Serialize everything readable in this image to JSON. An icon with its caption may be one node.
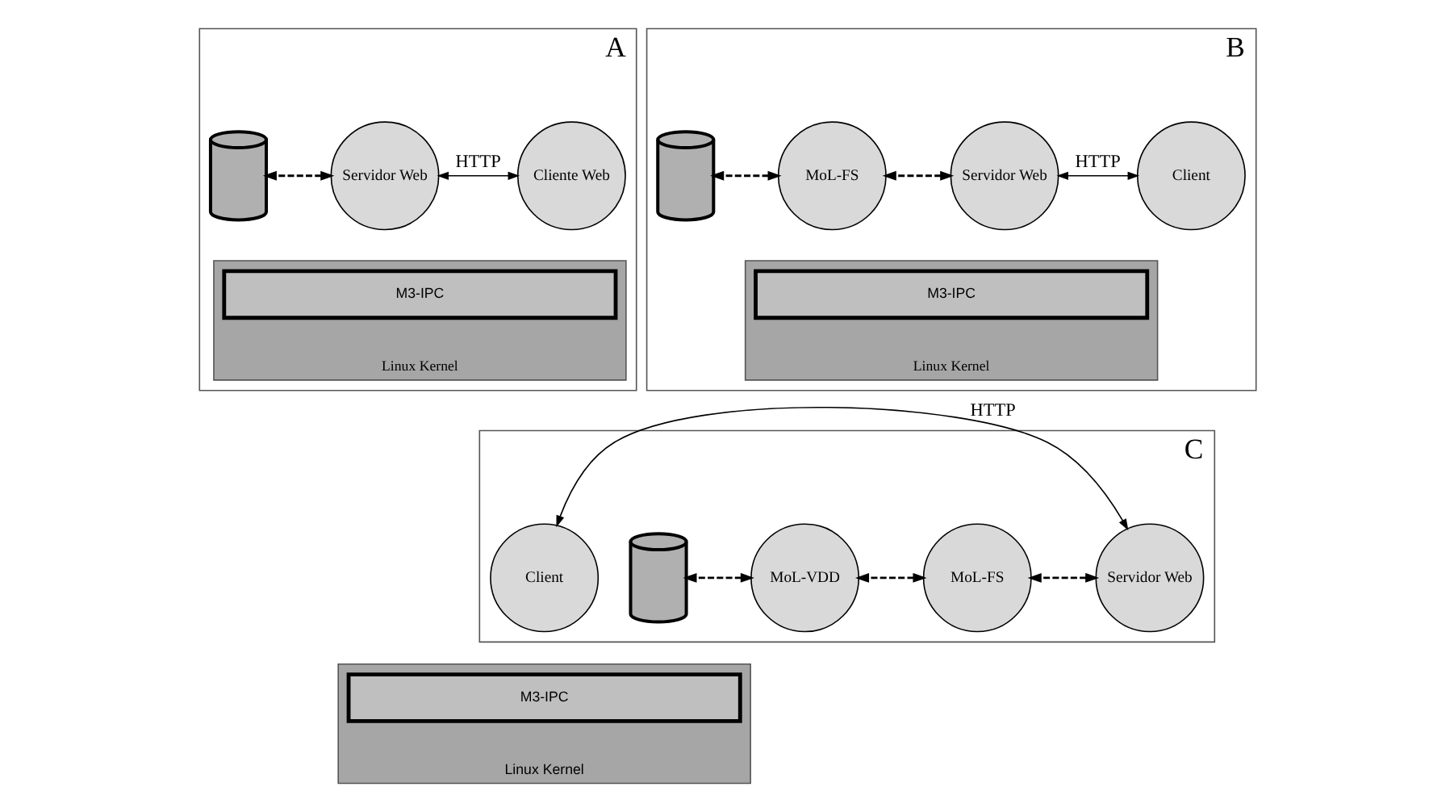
{
  "diagram": {
    "nodes": [
      {
        "text": [
          "A"
        ]
      },
      {
        "text": [
          "Cliente Web"
        ],
        "in": 0
      },
      {
        "text": [
          "Servidor Web"
        ],
        "in": 0
      },
      {
        "text": [],
        "shape": "cylinder",
        "in": 0
      },
      {
        "text": [
          "Linux Kernel"
        ],
        "in": 0
      },
      {
        "text": [
          "M3-IPC"
        ],
        "in": 4
      },
      {
        "text": [
          "B"
        ]
      },
      {
        "text": [
          "Client"
        ],
        "in": 6
      },
      {
        "text": [
          "Servidor Web"
        ],
        "in": 6
      },
      {
        "text": [
          "MoL-FS"
        ],
        "in": 6
      },
      {
        "text": [],
        "shape": "cylinder",
        "in": 6
      },
      {
        "text": [
          "Linux Kernel"
        ],
        "in": 6
      },
      {
        "text": [
          "M3-IPC"
        ],
        "in": 11
      },
      {
        "text": [
          "C"
        ]
      },
      {
        "text": [
          "Client"
        ],
        "in": 13
      },
      {
        "text": [
          "Servidor Web"
        ],
        "in": 13
      },
      {
        "text": [
          "MoL-FS"
        ],
        "in": 13
      },
      {
        "text": [
          "MoL-VDD"
        ],
        "in": 13
      },
      {
        "text": [],
        "shape": "cylinder",
        "in": 13
      },
      {
        "text": [
          "Linux Kernel"
        ]
      },
      {
        "text": [
          "M3-IPC"
        ],
        "in": 19
      }
    ],
    "edges": [
      {
        "from": 1,
        "to": 2,
        "arrow": "both",
        "label": "HTTP"
      },
      {
        "from": 2,
        "to": 3,
        "arrow": "both",
        "style": "dashed"
      },
      {
        "from": 7,
        "to": 8,
        "arrow": "both",
        "label": "HTTP"
      },
      {
        "from": 8,
        "to": 9,
        "arrow": "both",
        "style": "dashed"
      },
      {
        "from": 9,
        "to": 10,
        "arrow": "both",
        "style": "dashed"
      },
      {
        "from": 14,
        "to": 15,
        "arrow": "both",
        "label": "HTTP"
      },
      {
        "from": 15,
        "to": 16,
        "arrow": "both",
        "style": "dashed"
      },
      {
        "from": 16,
        "to": 17,
        "arrow": "both",
        "style": "dashed"
      },
      {
        "from": 17,
        "to": 18,
        "arrow": "both",
        "style": "dashed"
      }
    ]
  }
}
